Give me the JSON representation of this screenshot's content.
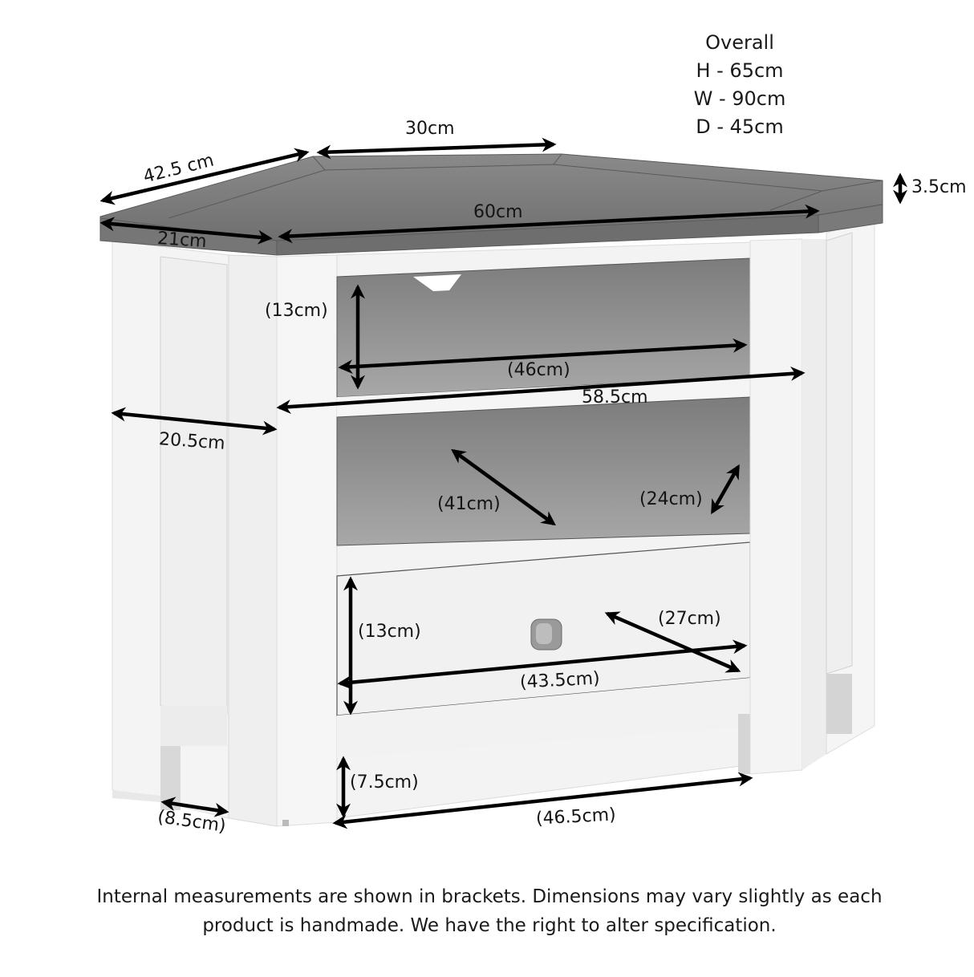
{
  "overall": {
    "title": "Overall",
    "height": "H - 65cm",
    "width": "W - 90cm",
    "depth": "D - 45cm"
  },
  "measurements": {
    "top_thickness": "3.5cm",
    "top_back_left_edge": "42.5 cm",
    "top_back_right_edge": "30cm",
    "top_front_width": "60cm",
    "top_side_front": "21cm",
    "upper_shelf_height": "(13cm)",
    "upper_shelf_width": "(46cm)",
    "body_front_width": "58.5cm",
    "side_panel_width": "20.5cm",
    "lower_shelf_depth": "(41cm)",
    "lower_shelf_side": "(24cm)",
    "drawer_height": "(13cm)",
    "drawer_depth": "(27cm)",
    "drawer_width": "(43.5cm)",
    "leg_clearance_height": "(7.5cm)",
    "leg_clearance_width": "(46.5cm)",
    "leg_depth": "(8.5cm)"
  },
  "footnote": {
    "line1": "Internal measurements are shown in brackets. Dimensions may vary slightly as each",
    "line2": "product is handmade. We have the right to alter specification."
  },
  "colors": {
    "wood_top": "#7a7a7a",
    "cabinet_white": "#f2f2f2",
    "shelf_interior": "#8e8e8e",
    "arrow": "#000000"
  }
}
